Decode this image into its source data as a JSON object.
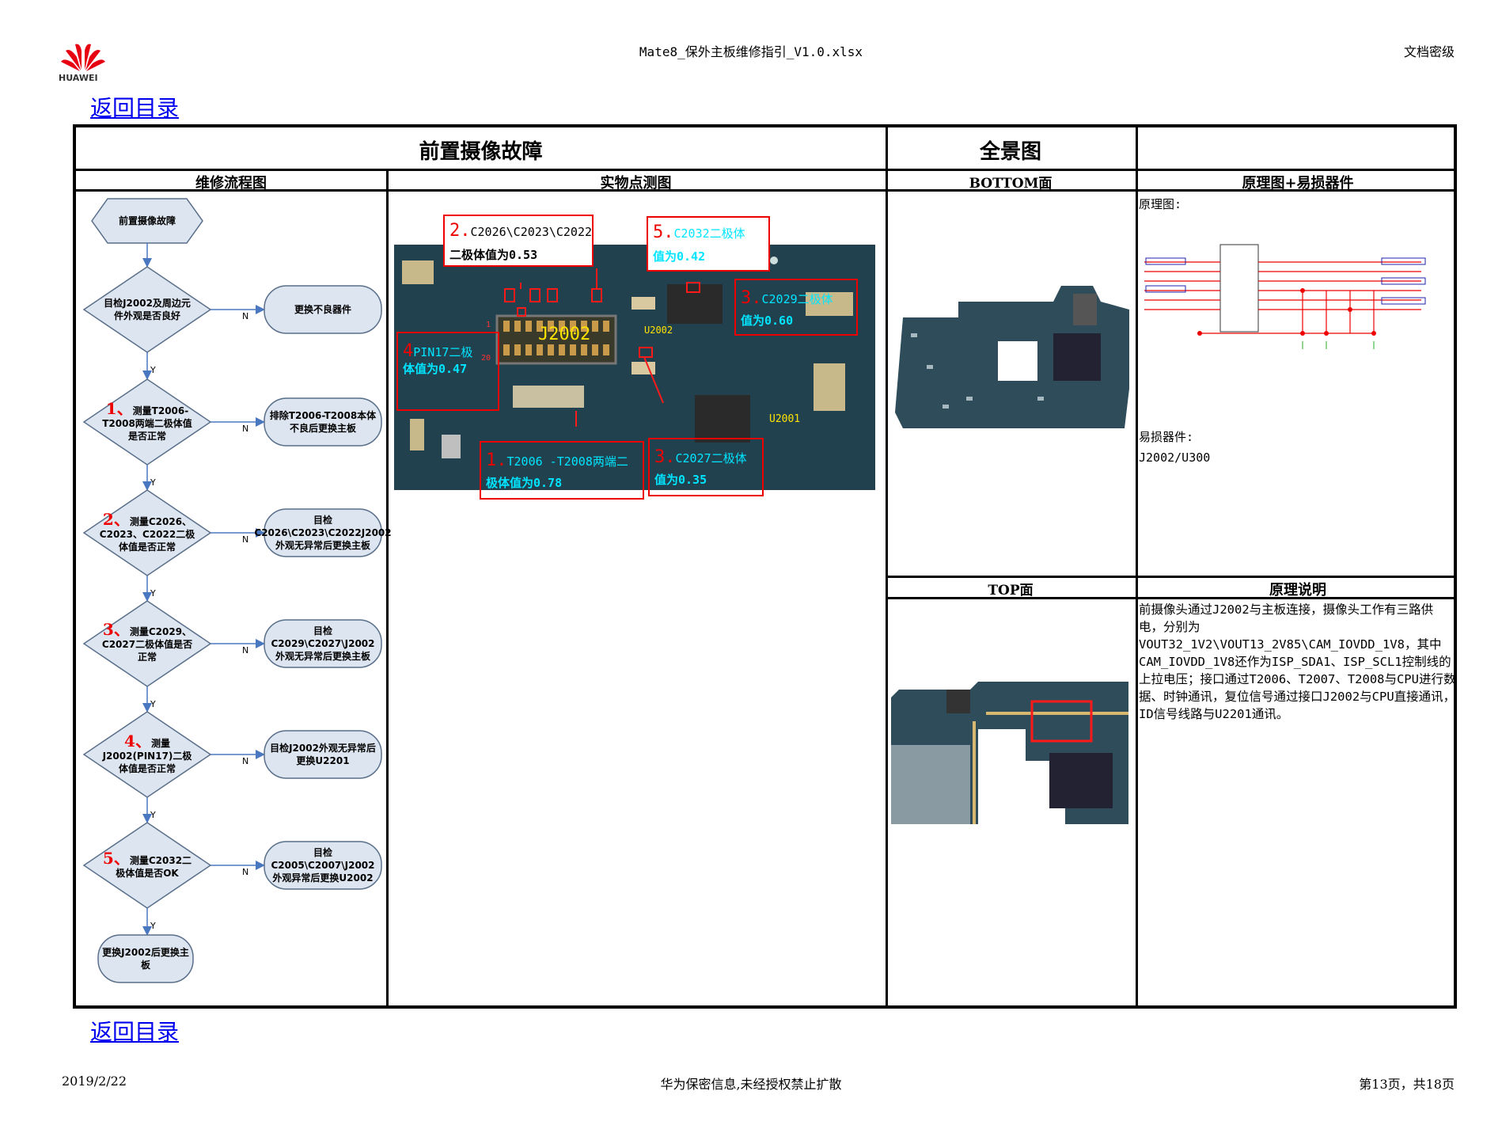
{
  "header": {
    "file_title": "Mate8_保外主板维修指引_V1.0.xlsx",
    "security_level": "文档密级",
    "logo_text": "HUAWEI"
  },
  "nav": {
    "back_link_top": "返回目录",
    "back_link_bottom": "返回目录"
  },
  "table": {
    "title_fault": "前置摄像故障",
    "title_panorama": "全景图",
    "col_flow": "维修流程图",
    "col_measure": "实物点测图",
    "col_bottom": "BOTTOM面",
    "col_schematic": "原理图+易损器件",
    "col_top": "TOP面",
    "col_principle": "原理说明"
  },
  "flowchart": {
    "start": "前置摄像故障",
    "steps": [
      {
        "num": "",
        "text": "目检J2002及周边元件外观是否良好",
        "action": "更换不良器件"
      },
      {
        "num": "1、",
        "text": "测量T2006-T2008两端二极体值是否正常",
        "action": "排除T2006-T2008本体不良后更换主板"
      },
      {
        "num": "2、",
        "text": "测量C2026、C2023、C2022二极体值是否正常",
        "action": "目检C2026\\C2023\\C2022J2002外观无异常后更换主板"
      },
      {
        "num": "3、",
        "text": "测量C2029、C2027二极体值是否正常",
        "action": "目检C2029\\C2027\\J2002外观无异常后更换主板"
      },
      {
        "num": "4、",
        "text": "测量J2002(PIN17)二极体值是否正常",
        "action": "目检J2002外观无异常后更换U2201"
      },
      {
        "num": "5、",
        "text": "测量C2032二极体值是否OK",
        "action": "目检C2005\\C2007\\J2002外观异常后更换U2002"
      }
    ],
    "end": "更换J2002后更换主板",
    "yes": "Y",
    "no": "N"
  },
  "measure": {
    "notes": [
      {
        "num": "2.",
        "text1": "C2026\\C2023\\C2022",
        "text2": "二极体值为0.53"
      },
      {
        "num": "5.",
        "text1": "C2032二极体",
        "text2": "值为0.42"
      },
      {
        "num": "3.",
        "text1": "C2029二极体",
        "text2": "值为0.60"
      },
      {
        "num": "4",
        "text1": "PIN17二极",
        "text2": "体值为0.47"
      },
      {
        "num": "1.",
        "text1": "T2006 -T2008两端二",
        "text2": "极体值为0.78"
      },
      {
        "num": "3.",
        "text1": "C2027二极体",
        "text2": "值为0.35"
      }
    ],
    "labels": {
      "connector": "J2002",
      "ic1": "U2002",
      "ic2": "U2001",
      "pin_a": "1",
      "pin_b": "20"
    }
  },
  "schematic": {
    "label": "原理图:",
    "vulnerable_label": "易损器件:",
    "vulnerable_parts": "J2002/U300"
  },
  "principle": {
    "text": "前摄像头通过J2002与主板连接，摄像头工作有三路供电，分别为VOUT32_1V2\\VOUT13_2V85\\CAM_IOVDD_1V8，其中CAM_IOVDD_1V8还作为ISP_SDA1、ISP_SCL1控制线的上拉电压；接口通过T2006、T2007、T2008与CPU进行数据、时钟通讯，复位信号通过接口J2002与CPU直接通讯，ID信号线路与U2201通讯。"
  },
  "footer": {
    "date": "2019/2/22",
    "confidential": "华为保密信息,未经授权禁止扩散",
    "page": "第13页，共18页"
  },
  "colors": {
    "link": "#0000ee",
    "red": "#e00000",
    "cyan": "#00e5ff",
    "flow_fill": "#dde5f0",
    "flow_stroke": "#5a6f8a",
    "pcb": "#1f3f4f"
  }
}
